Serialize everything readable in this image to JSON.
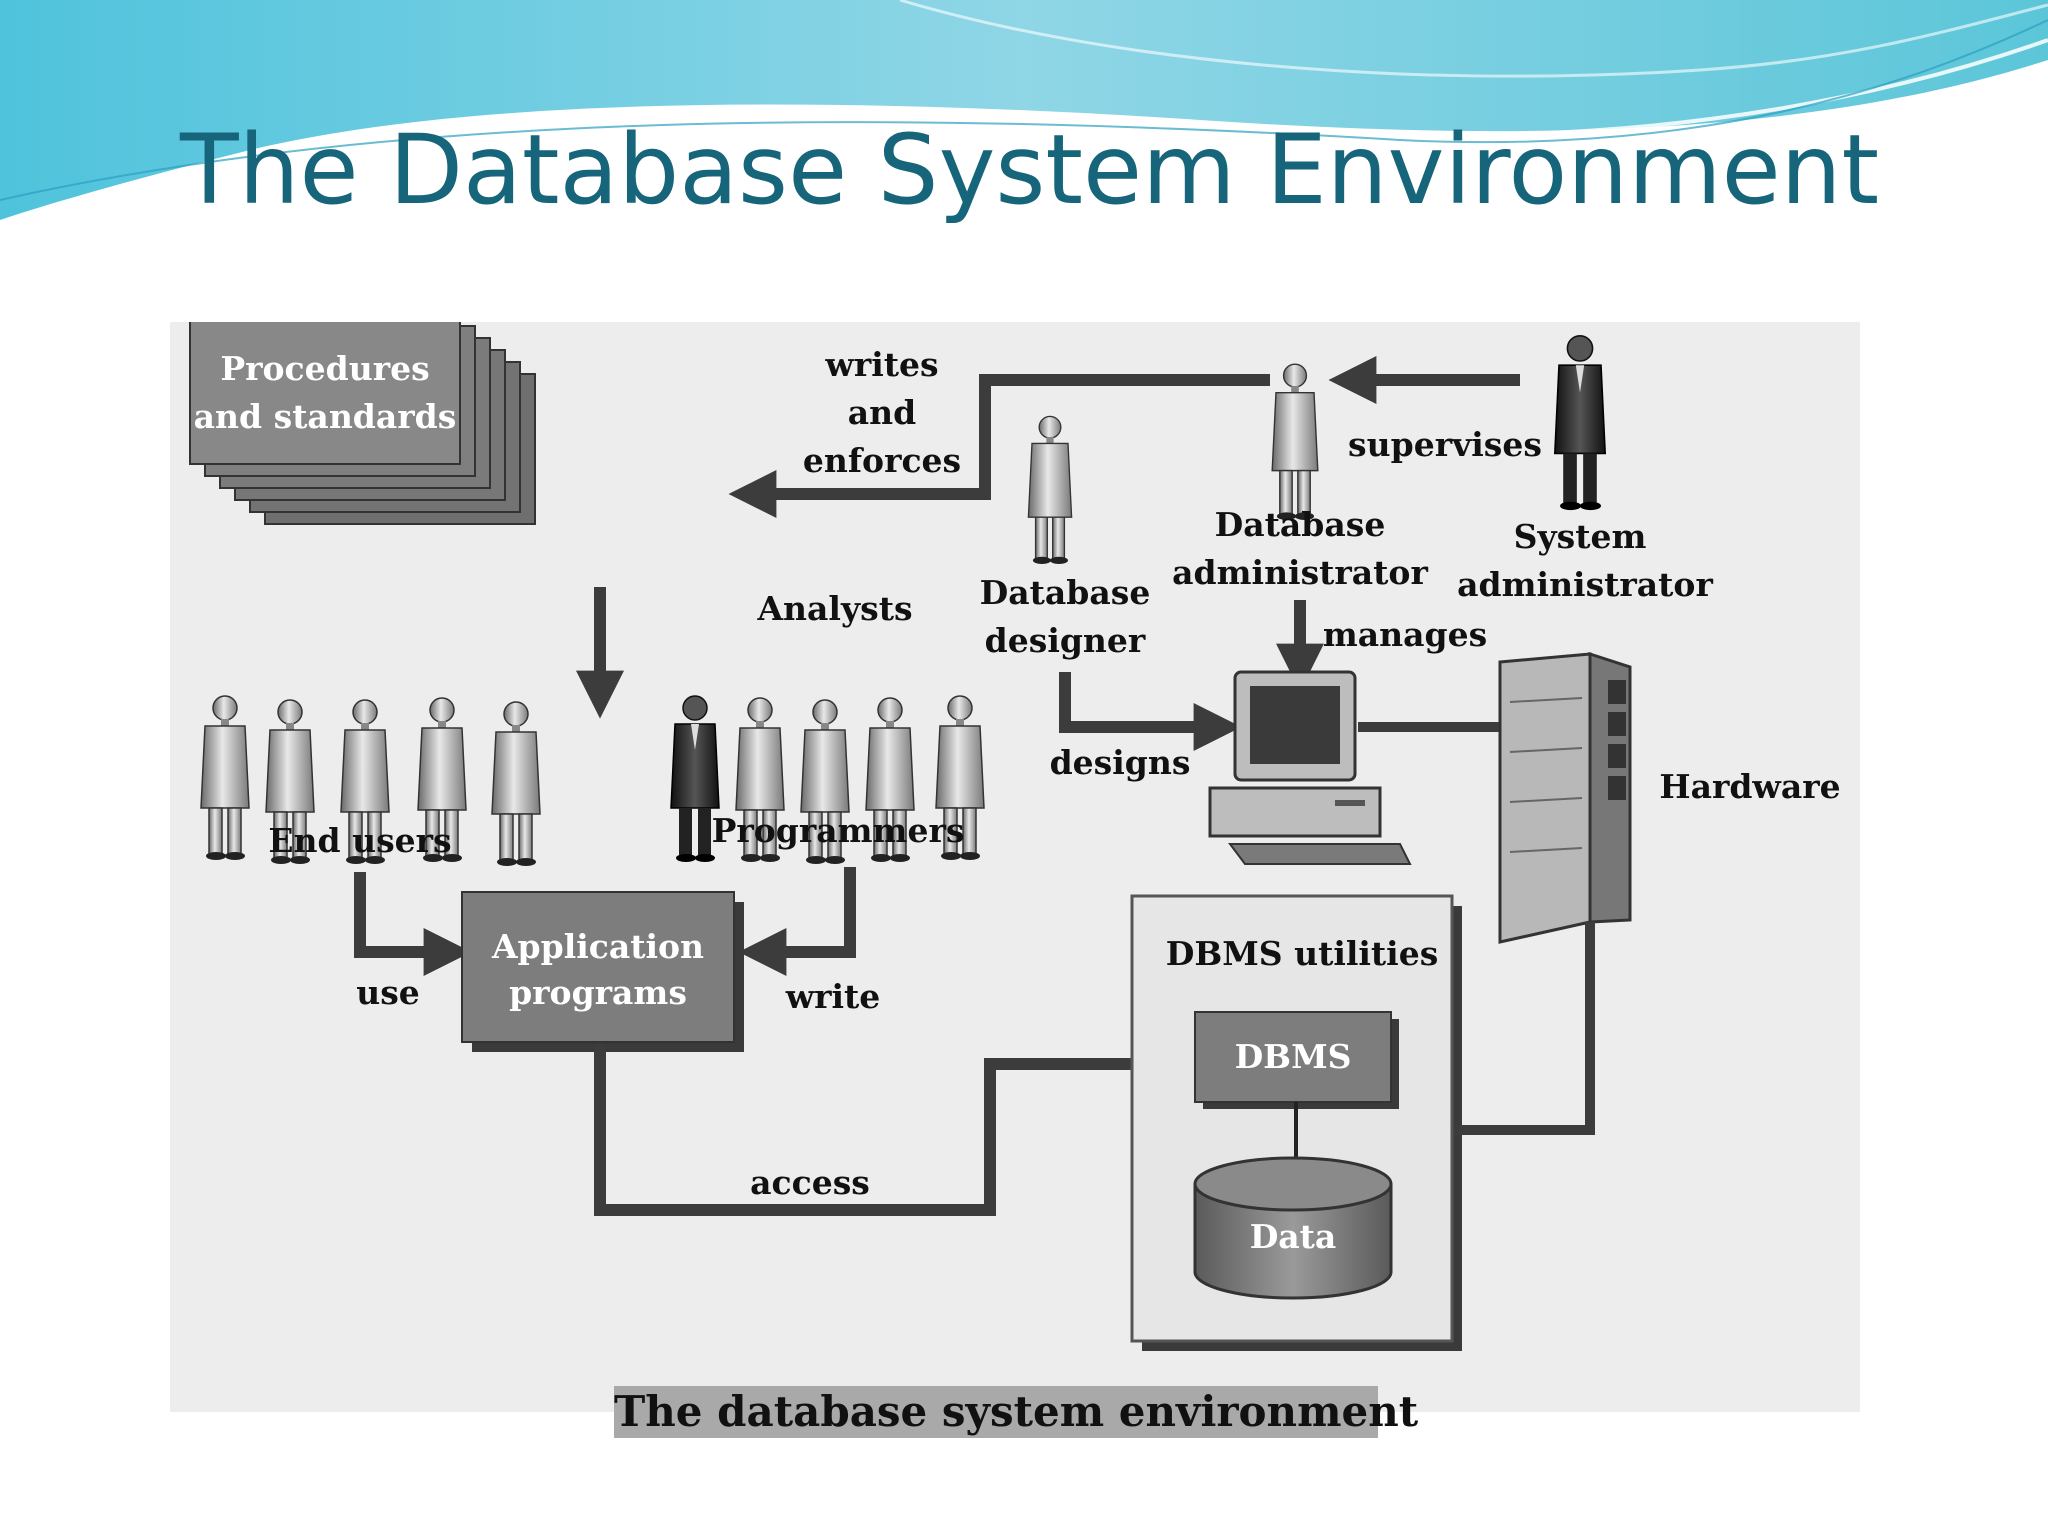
{
  "slide": {
    "title": "The Database System Environment"
  },
  "figure": {
    "caption": "The database system environment",
    "components": {
      "procedures": [
        "Procedures",
        "and standards"
      ],
      "application": [
        "Application",
        "programs"
      ],
      "dbms_utilities": "DBMS utilities",
      "dbms": "DBMS",
      "data": "Data",
      "hardware": "Hardware"
    },
    "actors": {
      "end_users": "End users",
      "analysts": "Analysts",
      "programmers": "Programmers",
      "db_designer": [
        "Database",
        "designer"
      ],
      "db_admin": [
        "Database",
        "administrator"
      ],
      "sys_admin": [
        "System",
        "administrator"
      ]
    },
    "relations": {
      "writes_enforces": [
        "writes",
        "and",
        "enforces"
      ],
      "supervises": "supervises",
      "manages": "manages",
      "designs": "designs",
      "use": "use",
      "write": "write",
      "access": "access"
    }
  }
}
